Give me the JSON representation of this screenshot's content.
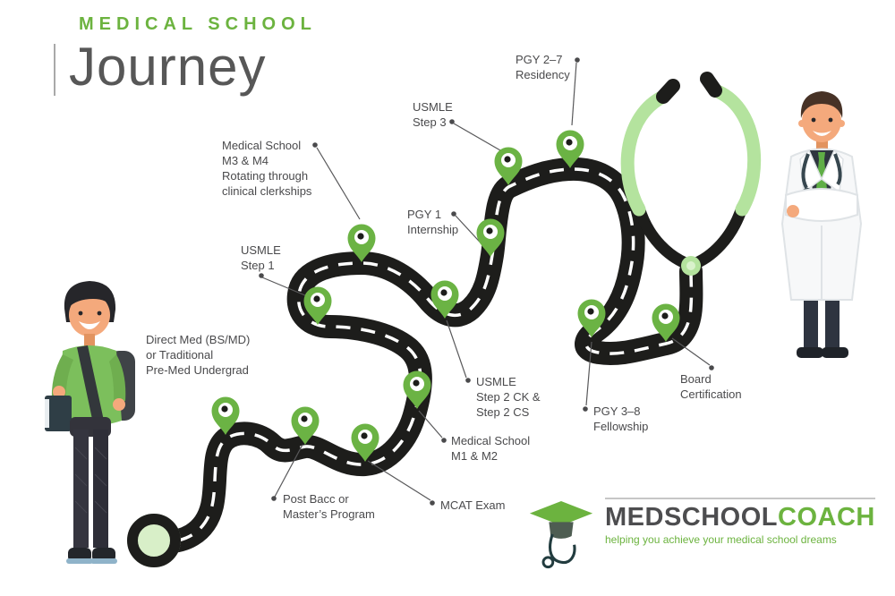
{
  "title": {
    "eyebrow": "MEDICAL SCHOOL",
    "main": "Journey"
  },
  "milestones": [
    {
      "id": "direct-med",
      "label": "Direct Med (BS/MD)\nor Traditional\nPre-Med Undergrad"
    },
    {
      "id": "post-bacc",
      "label": "Post Bacc or\nMaster’s Program"
    },
    {
      "id": "mcat",
      "label": "MCAT Exam"
    },
    {
      "id": "med-school-m1-m2",
      "label": "Medical School\nM1 & M2"
    },
    {
      "id": "usmle-step-1",
      "label": "USMLE\nStep 1"
    },
    {
      "id": "med-school-m3-m4",
      "label": "Medical School\nM3 & M4\nRotating through\nclinical clerkships"
    },
    {
      "id": "usmle-step-2",
      "label": "USMLE\nStep 2 CK &\nStep 2 CS"
    },
    {
      "id": "pgy-1",
      "label": "PGY 1\nInternship"
    },
    {
      "id": "usmle-step-3",
      "label": "USMLE\nStep 3"
    },
    {
      "id": "pgy-2-7",
      "label": "PGY 2–7\nResidency"
    },
    {
      "id": "pgy-3-8",
      "label": "PGY 3–8\nFellowship"
    },
    {
      "id": "board-certification",
      "label": "Board\nCertification"
    }
  ],
  "logo": {
    "brand_primary": "MEDSCHOOL",
    "brand_secondary": "COACH",
    "tagline": "helping you achieve your medical school dreams"
  },
  "colors": {
    "accent_green": "#6bb344",
    "light_green": "#b4e39e",
    "road_black": "#1d1d1b",
    "text_gray": "#4a4a4c"
  },
  "illustrations": [
    "student-illustration",
    "doctor-illustration",
    "stethoscope-illustration",
    "location-pin",
    "road-start-ring",
    "graduation-cap-logo-icon"
  ]
}
